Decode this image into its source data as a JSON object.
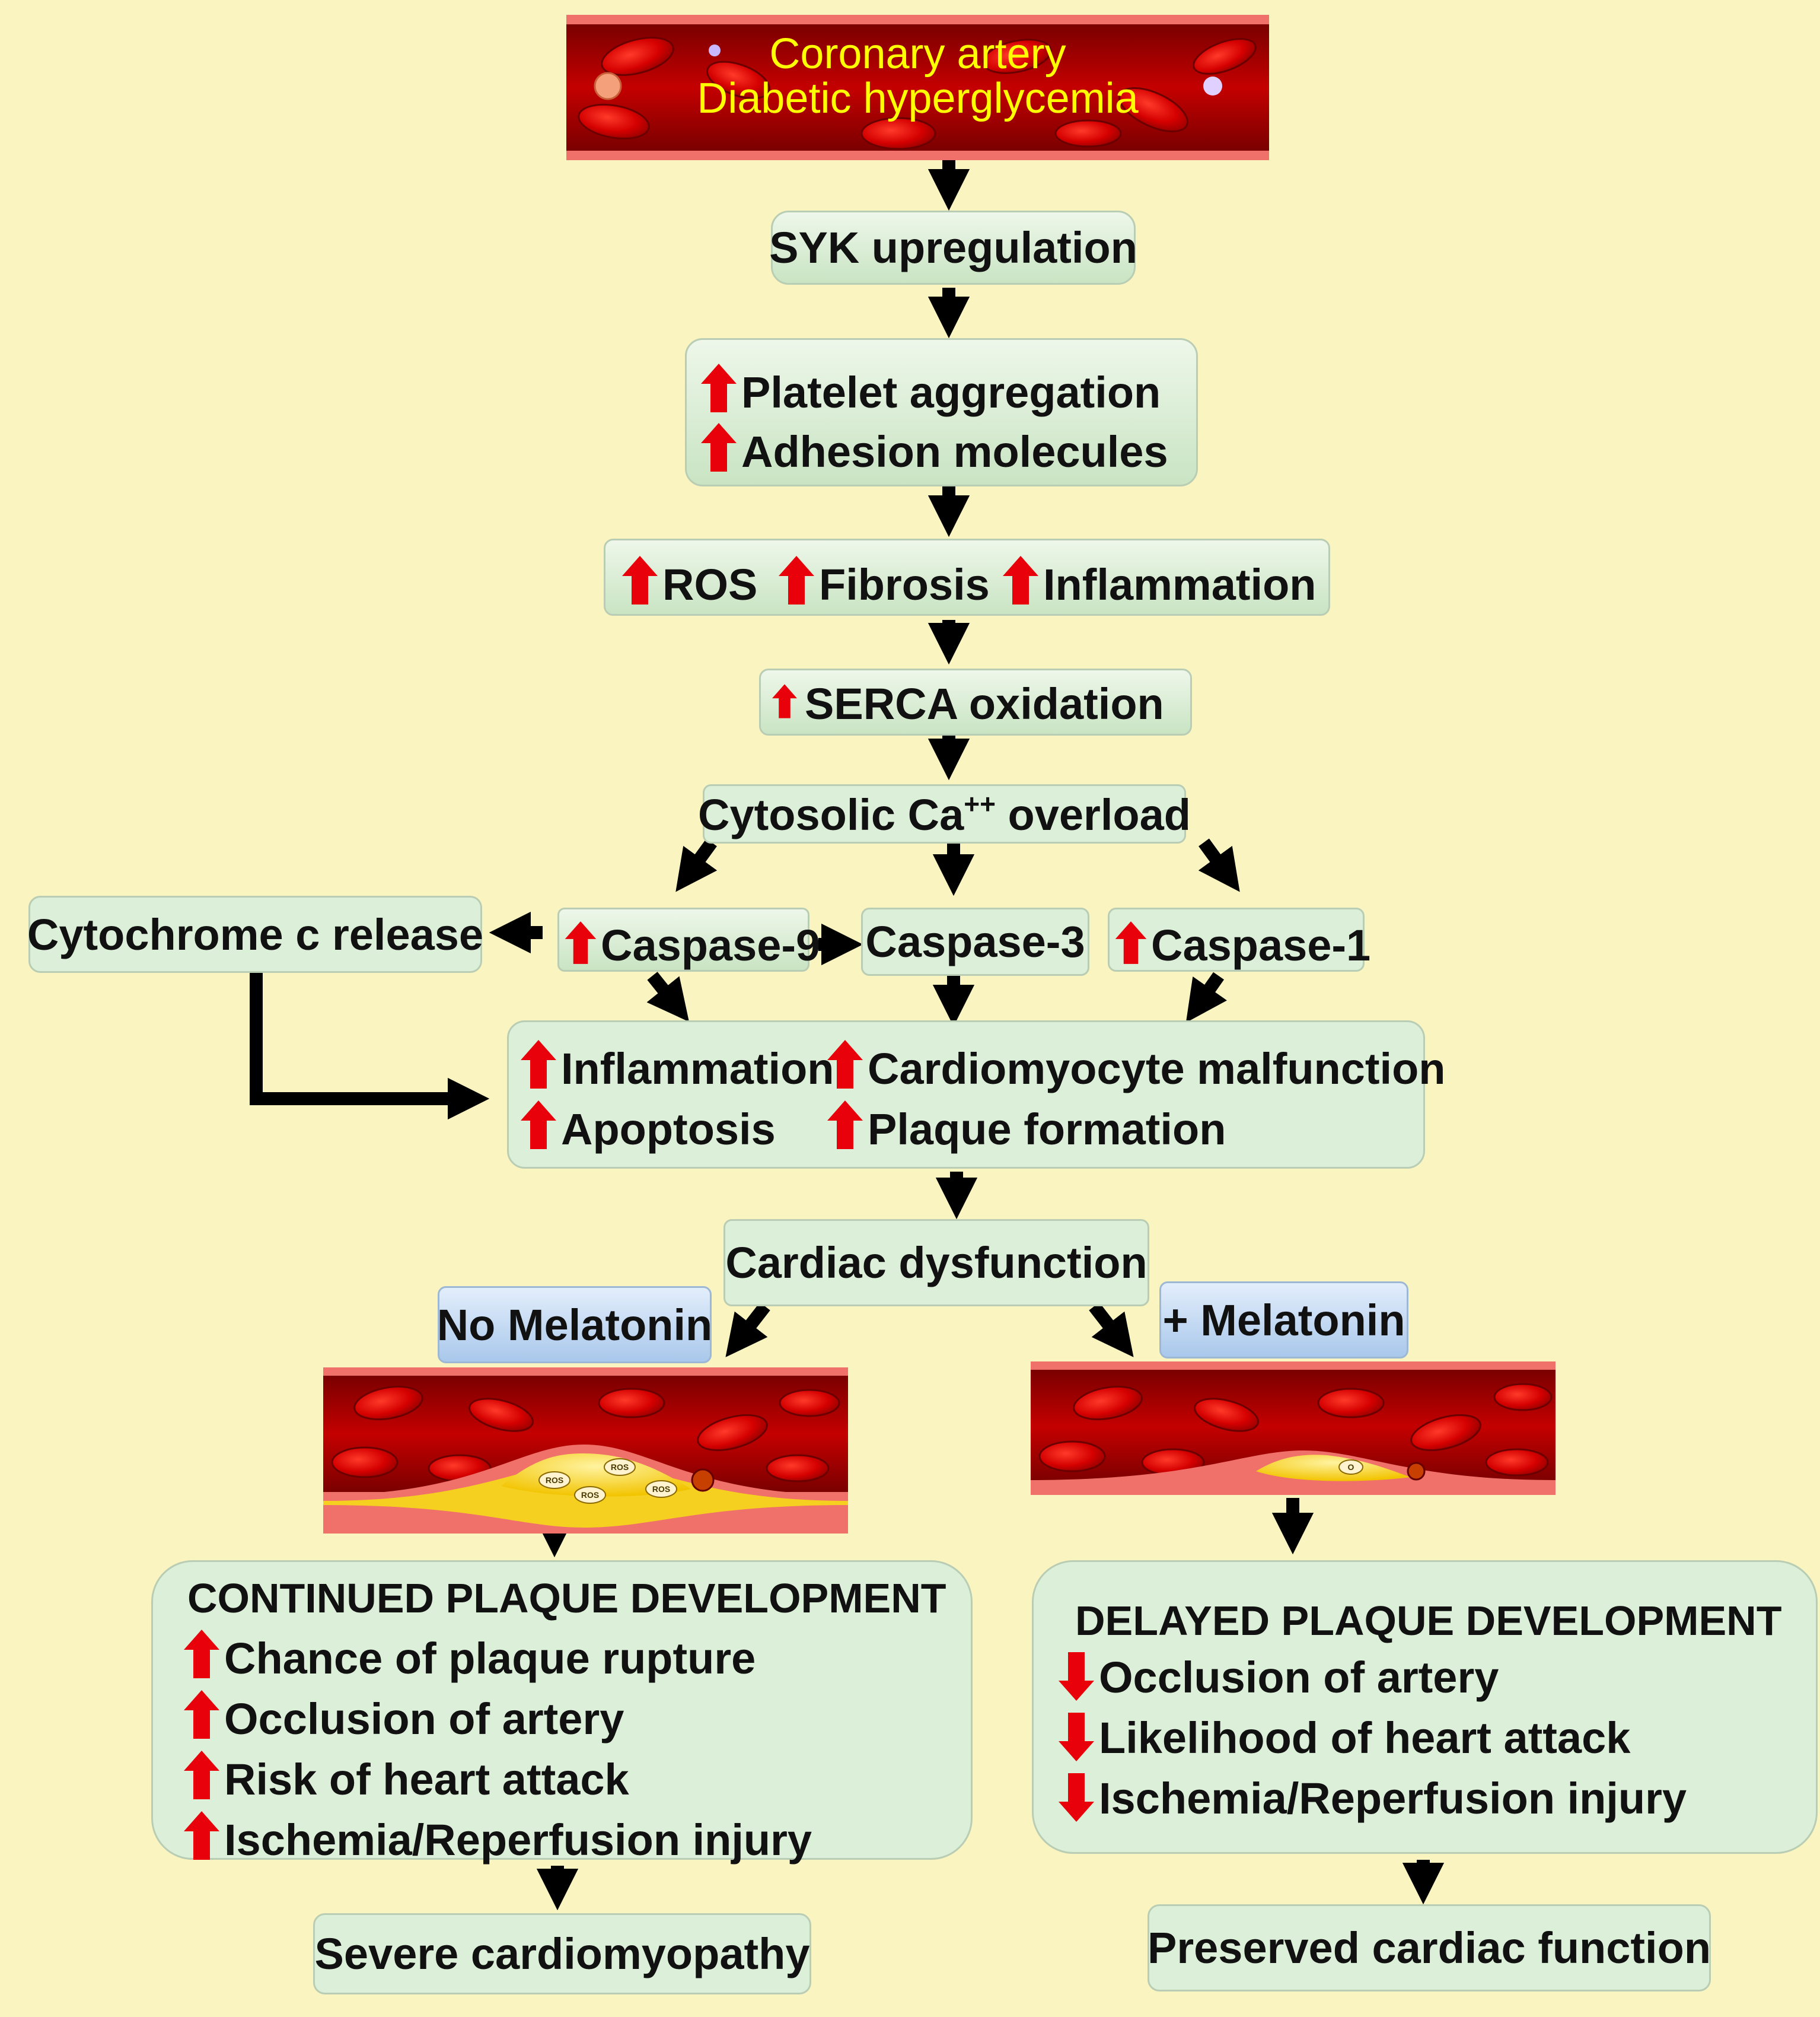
{
  "colors": {
    "background": "#faf4c0",
    "box_fill": "#dcefd8",
    "up_arrow": "#e8000a",
    "down_arrow": "#e8000a",
    "blood": "#b30000",
    "plaque": "#f5d020",
    "title_text": "#ffff00"
  },
  "header": {
    "line1": "Coronary artery",
    "line2": "Diabetic hyperglycemia"
  },
  "steps": {
    "syk": "SYK upregulation",
    "platelet": "Platelet aggregation",
    "adhesion": "Adhesion molecules",
    "ros": "ROS",
    "fibrosis": "Fibrosis",
    "inflammation": "Inflammation",
    "serca": "SERCA oxidation",
    "cytosolic_prefix": "Cytosolic Ca",
    "cytosolic_sup": "++",
    "cytosolic_suffix": " overload",
    "cytochrome": "Cytochrome c release",
    "caspase9": "Caspase-9",
    "caspase3": "Caspase-3",
    "caspase1": "Caspase-1",
    "outcome_inflammation": "Inflammation",
    "outcome_cardio": "Cardiomyocyte malfunction",
    "outcome_apoptosis": "Apoptosis",
    "outcome_plaque": "Plaque formation",
    "cardiac_dysfunction": "Cardiac dysfunction"
  },
  "branches": {
    "no_melatonin": {
      "label": "No Melatonin",
      "heading": "CONTINUED PLAQUE DEVELOPMENT",
      "items": [
        "Chance of plaque rupture",
        "Occlusion of artery",
        "Risk of heart attack",
        "Ischemia/Reperfusion injury"
      ],
      "result": "Severe cardiomyopathy",
      "plaque_labels": [
        "ROS",
        "ROS",
        "ROS",
        "ROS"
      ]
    },
    "melatonin": {
      "label": "+ Melatonin",
      "heading": "DELAYED PLAQUE DEVELOPMENT",
      "items": [
        "Occlusion of artery",
        "Likelihood of heart attack",
        "Ischemia/Reperfusion injury"
      ],
      "result": "Preserved cardiac function",
      "plaque_labels": [
        "O"
      ]
    }
  },
  "icons": {
    "increase": "up-arrow-icon",
    "decrease": "down-arrow-icon",
    "flow": "flow-arrow-icon"
  }
}
